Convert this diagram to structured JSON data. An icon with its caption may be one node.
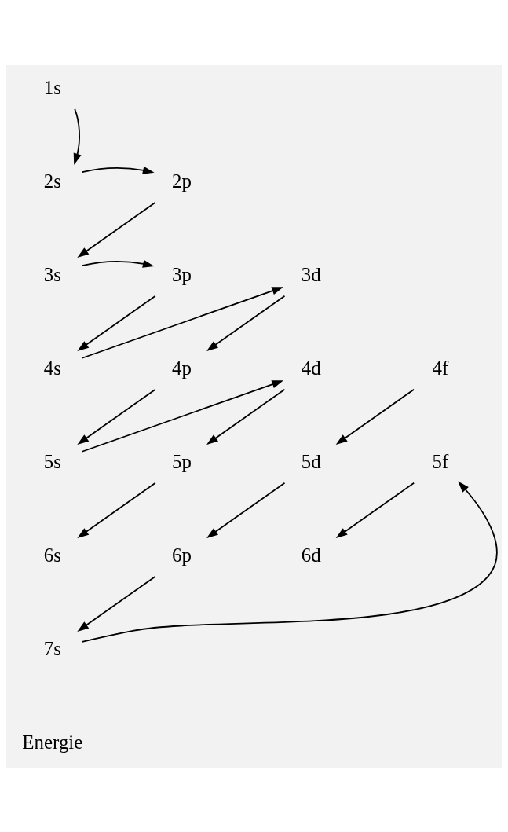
{
  "diagram": {
    "nodes": [
      {
        "text": [
          "1s"
        ]
      },
      {
        "text": [
          "2s"
        ]
      },
      {
        "text": [
          "2p"
        ]
      },
      {
        "text": [
          "3s"
        ]
      },
      {
        "text": [
          "3p"
        ]
      },
      {
        "text": [
          "3d"
        ]
      },
      {
        "text": [
          "4s"
        ]
      },
      {
        "text": [
          "4p"
        ]
      },
      {
        "text": [
          "4d"
        ]
      },
      {
        "text": [
          "4f"
        ]
      },
      {
        "text": [
          "5s"
        ]
      },
      {
        "text": [
          "5p"
        ]
      },
      {
        "text": [
          "5d"
        ]
      },
      {
        "text": [
          "5f"
        ]
      },
      {
        "text": [
          "6s"
        ]
      },
      {
        "text": [
          "6p"
        ]
      },
      {
        "text": [
          "6d"
        ]
      },
      {
        "text": [
          "7s"
        ]
      }
    ],
    "edges": [
      {
        "from": 0,
        "to": 1,
        "arrow": "to"
      },
      {
        "from": 1,
        "to": 2,
        "arrow": "to"
      },
      {
        "from": 2,
        "to": 3,
        "arrow": "to"
      },
      {
        "from": 3,
        "to": 4,
        "arrow": "to"
      },
      {
        "from": 4,
        "to": 6,
        "arrow": "to"
      },
      {
        "from": 6,
        "to": 5,
        "arrow": "to"
      },
      {
        "from": 5,
        "to": 7,
        "arrow": "to"
      },
      {
        "from": 7,
        "to": 10,
        "arrow": "to"
      },
      {
        "from": 10,
        "to": 8,
        "arrow": "to"
      },
      {
        "from": 8,
        "to": 11,
        "arrow": "to"
      },
      {
        "from": 11,
        "to": 14,
        "arrow": "to"
      },
      {
        "from": 9,
        "to": 12,
        "arrow": "to"
      },
      {
        "from": 12,
        "to": 15,
        "arrow": "to"
      },
      {
        "from": 15,
        "to": 17,
        "arrow": "to"
      },
      {
        "from": 17,
        "to": 13,
        "arrow": "to"
      },
      {
        "from": 13,
        "to": 16,
        "arrow": "to"
      }
    ],
    "labels": [
      "Energie"
    ]
  }
}
